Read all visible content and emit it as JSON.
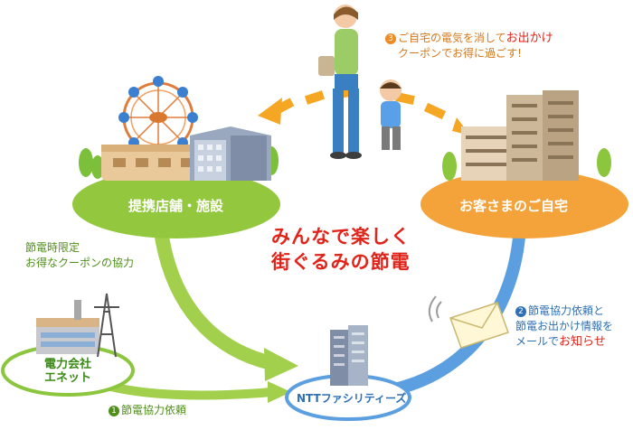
{
  "title": {
    "line1": "みんなで楽しく",
    "line2": "街ぐるみの節電"
  },
  "nodes": {
    "facilities": "提携店舗・施設",
    "home": "お客さまのご自宅",
    "power_line1": "電力会社",
    "power_line2": "エネット",
    "ntt": "NTTファシリティーズ"
  },
  "steps": {
    "step1": {
      "num": "1",
      "text": "節電協力依頼",
      "color": "#4f8f1a"
    },
    "step2": {
      "num": "2",
      "line1": "節電協力依頼と",
      "line2": "節電お出かけ情報を",
      "line3_prefix": "メールで",
      "line3_highlight": "お知らせ",
      "color": "#2f6fb3"
    },
    "step3": {
      "num": "3",
      "line1_prefix": "ご自宅の電気を消して",
      "line1_highlight": "お出かけ",
      "line2": "クーポンでお得に過ごす!",
      "color": "#d6781e"
    },
    "coupon": {
      "line1": "節電時限定",
      "line2": "お得なクーポンの協力"
    }
  },
  "colors": {
    "green": "#8cc63f",
    "orange": "#f5a623",
    "blue": "#4a90d9",
    "red": "#e2231a"
  }
}
